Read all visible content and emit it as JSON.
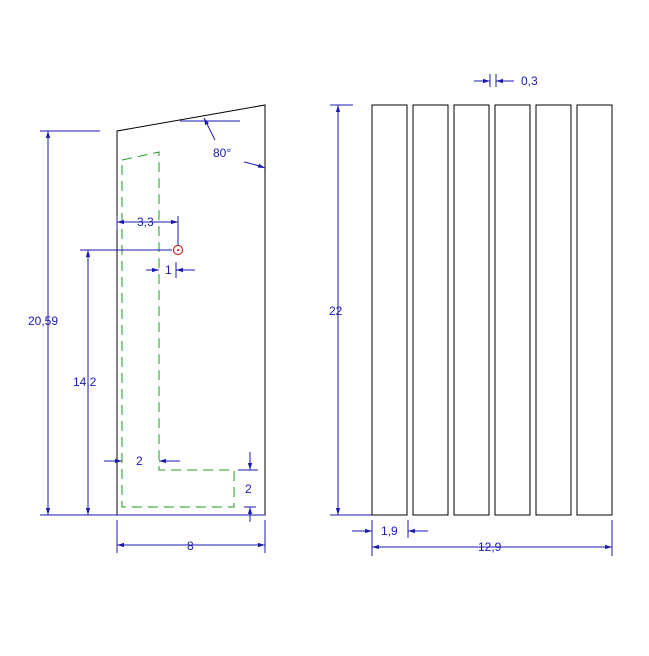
{
  "colors": {
    "background": "#ffffff",
    "part_outline": "#000000",
    "dimension": "#1a1ab0",
    "hidden_line": "#1f9e1f",
    "marker": "#cc0000"
  },
  "side_view": {
    "dims": {
      "overall_height": "20,59",
      "marker_height": "14,2",
      "base_width": "8",
      "offset_3_3": "3,3",
      "thickness_1": "1",
      "leg_thickness_2": "2",
      "foot_height_2": "2",
      "angle": "80°"
    }
  },
  "front_view": {
    "slat_count": 6,
    "dims": {
      "height": "22",
      "slat_width": "1,9",
      "total_width": "12,9",
      "gap": "0,3"
    }
  }
}
